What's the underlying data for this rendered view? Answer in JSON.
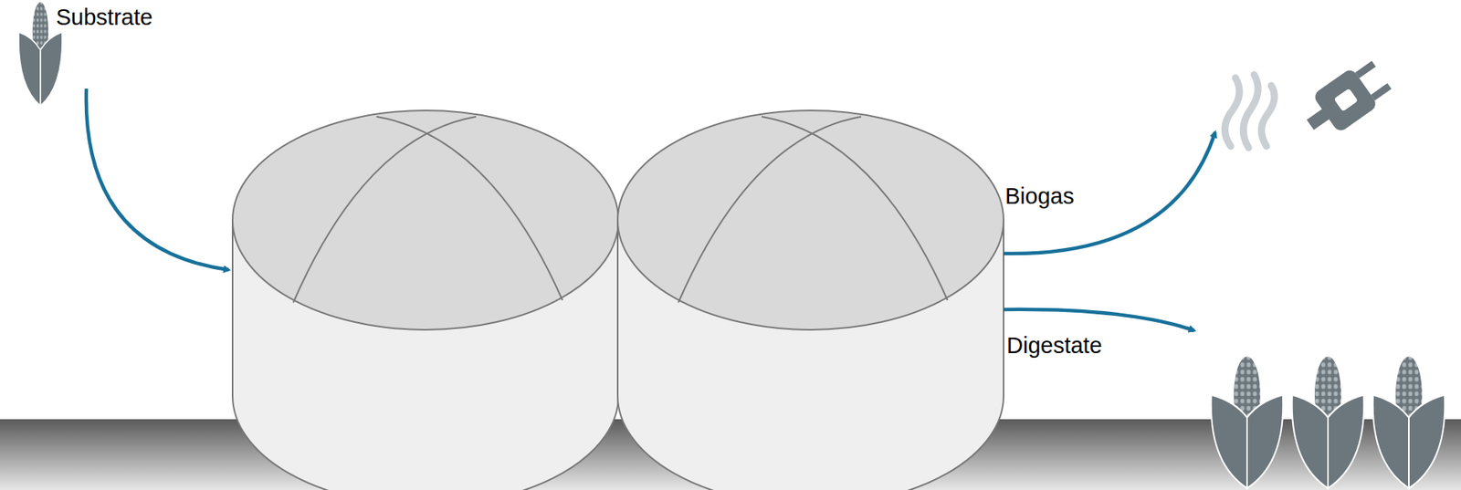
{
  "diagram": {
    "labels": [
      "Substrate",
      "Biogas",
      "Digestate"
    ]
  }
}
